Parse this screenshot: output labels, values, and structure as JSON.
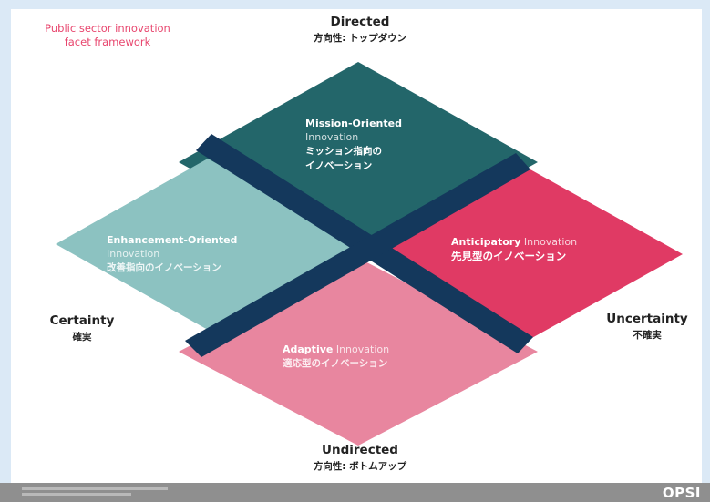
{
  "framework_title": "Public sector innovation\nfacet framework",
  "axes": {
    "top": {
      "en": "Directed",
      "jp": "方向性: トップダウン"
    },
    "bottom": {
      "en": "Undirected",
      "jp": "方向性: ボトムアップ"
    },
    "left": {
      "en": "Certainty",
      "jp": "確実"
    },
    "right": {
      "en": "Uncertainty",
      "jp": "不確実"
    }
  },
  "facets": {
    "mission": {
      "bold": "Mission-Oriented",
      "light": "Innovation",
      "jp1": "ミッション指向の",
      "jp2": "イノベーション"
    },
    "enhancement": {
      "bold": "Enhancement-Oriented",
      "light": "Innovation",
      "jp": "改善指向のイノベーション"
    },
    "anticipatory": {
      "bold": "Anticipatory",
      "light": "Innovation",
      "jp": "先見型のイノベーション"
    },
    "adaptive": {
      "bold": "Adaptive",
      "light": "Innovation",
      "jp": "適応型のイノベーション"
    }
  },
  "colors": {
    "mission": "#23666a",
    "enhancement": "#8cc2c1",
    "anticipatory": "#e03a64",
    "adaptive": "#e8869f",
    "cross": "#14385c"
  },
  "footer": {
    "logo": "OPSI"
  }
}
